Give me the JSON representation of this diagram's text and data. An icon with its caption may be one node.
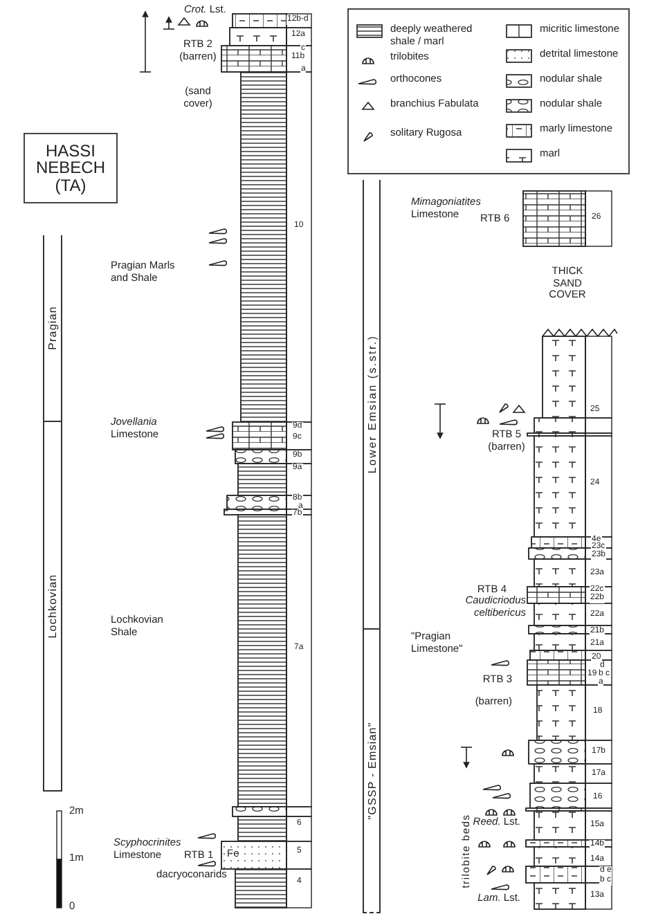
{
  "diagram": {
    "title": "HASSI NEBECH (TA)",
    "nodes": [
      {
        "text": [
          "Pragian"
        ]
      },
      {
        "text": [
          "Lochkovian"
        ]
      },
      {
        "text": [
          "Lower Emsian (s.str.)"
        ]
      },
      {
        "text": [
          "\"GSSP - Emsian\""
        ]
      }
    ],
    "labels": [
      "*Crot.* Lst.",
      "12b-d",
      "12a",
      "RTB 2 (barren)",
      "c",
      "11b",
      "a",
      "(sand cover)",
      "10",
      "Pragian Marls and Shale",
      "*Jovellania* Limestone",
      "9d",
      "9c",
      "9b",
      "9a",
      "8b",
      "a",
      "7b",
      "Lochkovian Shale",
      "7a",
      "6",
      "*Scyphocrinites* Limestone",
      "RTB 1",
      "Fe",
      "5",
      "dacryoconarids",
      "4",
      "2m",
      "1m",
      "0",
      "*Mimagoniatites* Limestone",
      "RTB 6",
      "26",
      "THICK SAND COVER",
      "25",
      "RTB 5 (barren)",
      "24",
      "4e",
      "23c",
      "23b",
      "23a",
      "RTB 4",
      "Caudicriodus celtibericus",
      "22c",
      "22b",
      "22a",
      "21b",
      "21a",
      "\"Pragian Limestone\"",
      "20",
      "d",
      "19",
      "b c",
      "a",
      "RTB 3",
      "(barren)",
      "18",
      "17b",
      "17a",
      "16",
      "*Reed.* Lst.",
      "15a",
      "14b",
      "14a",
      "d e",
      "b c",
      "trilobite beds",
      "*Lam.* Lst.",
      "13a"
    ],
    "legend": [
      {
        "text": "deeply weathered shale / marl"
      },
      {
        "text": "trilobites"
      },
      {
        "text": "orthocones"
      },
      {
        "text": "branchius Fabulata"
      },
      {
        "text": "solitary Rugosa"
      },
      {
        "text": "micritic limestone"
      },
      {
        "text": "detrital limestone"
      },
      {
        "text": "nodular shale"
      },
      {
        "text": "nodular shale"
      },
      {
        "text": "marly limestone"
      },
      {
        "text": "marl"
      }
    ]
  }
}
